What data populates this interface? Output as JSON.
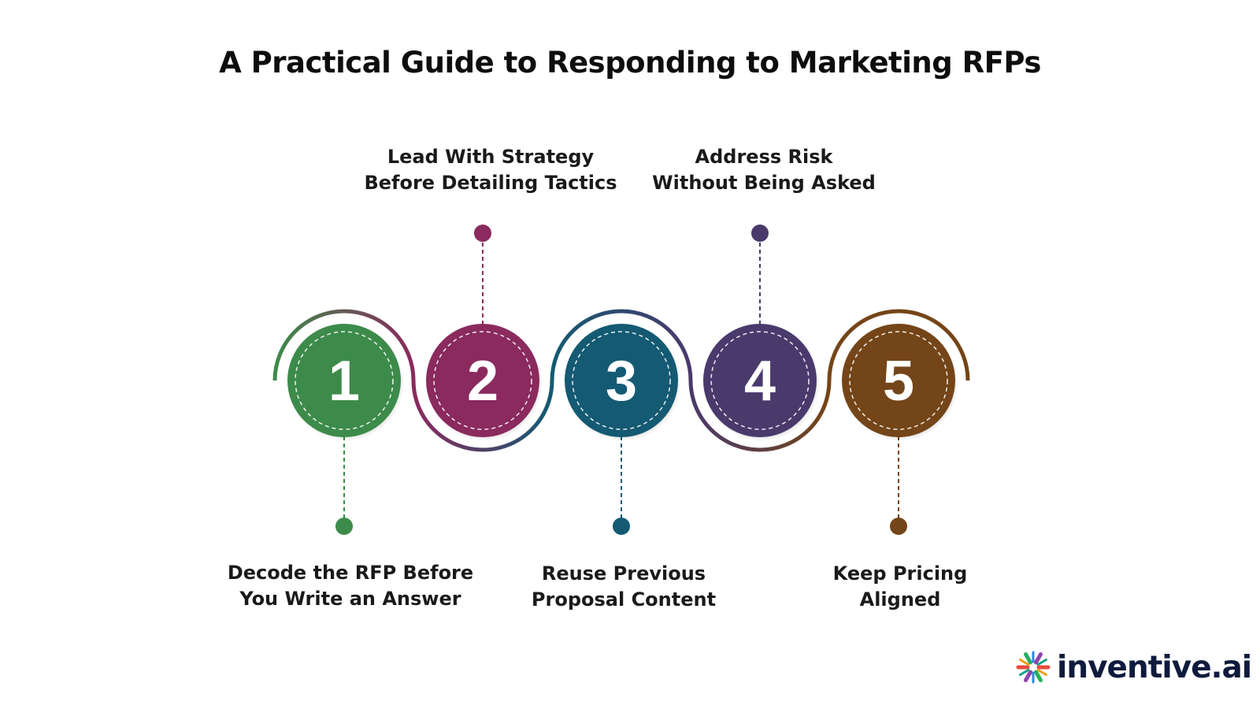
{
  "title": "A Practical Guide to Responding to Marketing RFPs",
  "steps": [
    {
      "number": "1",
      "line1": "Decode the RFP Before",
      "line2": "You Write an Answer",
      "color": "#3d8b4a",
      "dot_color": "#3d8b4a"
    },
    {
      "number": "2",
      "line1": "Lead With Strategy",
      "line2": "Before Detailing Tactics",
      "color": "#8a2a5e",
      "dot_color": "#8a2a5e"
    },
    {
      "number": "3",
      "line1": "Reuse Previous",
      "line2": "Proposal Content",
      "color": "#145a72",
      "dot_color": "#145a72"
    },
    {
      "number": "4",
      "line1": "Address Risk",
      "line2": "Without Being Asked",
      "color": "#4a3a6c",
      "dot_color": "#4a3a6c"
    },
    {
      "number": "5",
      "line1": "Keep Pricing",
      "line2": "Aligned",
      "color": "#744518",
      "dot_color": "#744518"
    }
  ],
  "logo": {
    "text": "inventive.ai",
    "icon": "sparkle-burst-icon",
    "colors": [
      "#e74c3c",
      "#f39c12",
      "#27ae60",
      "#2e86de",
      "#8e44ad",
      "#16a085"
    ]
  }
}
